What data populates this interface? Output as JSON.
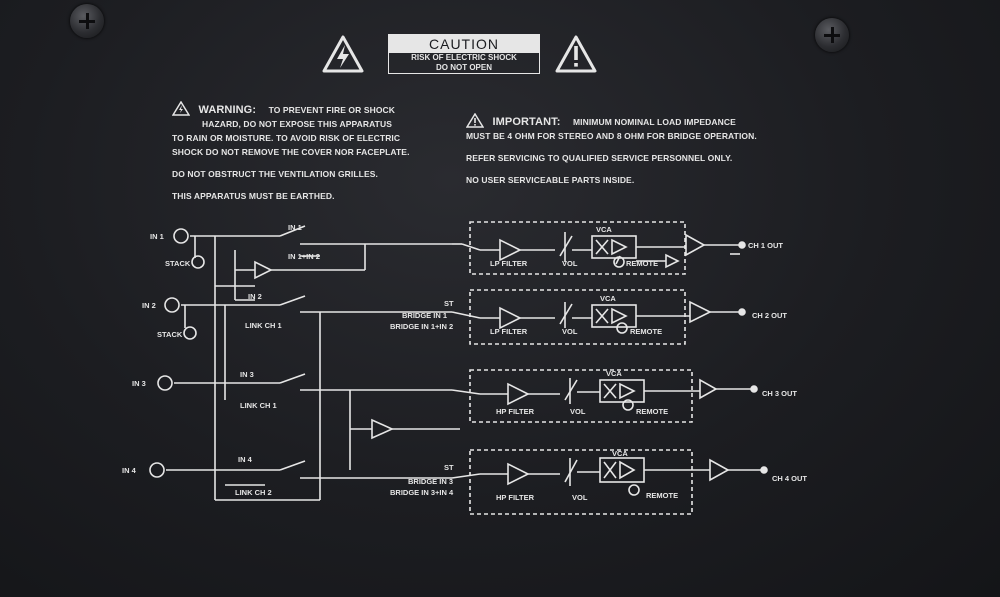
{
  "caution": {
    "title": "CAUTION",
    "line1": "RISK OF ELECTRIC SHOCK",
    "line2": "DO NOT OPEN"
  },
  "warning": {
    "heading": "WARNING:",
    "lines": [
      "TO PREVENT FIRE OR SHOCK",
      "HAZARD, DO NOT EXPOSE THIS APPARATUS",
      "TO RAIN OR MOISTURE.    TO AVOID RISK OF ELECTRIC",
      "SHOCK DO NOT REMOVE THE COVER NOR FACEPLATE."
    ],
    "notes": [
      "DO NOT OBSTRUCT THE VENTILATION GRILLES.",
      "THIS APPARATUS MUST BE EARTHED."
    ]
  },
  "important": {
    "heading": "IMPORTANT:",
    "lines": [
      "MINIMUM NOMINAL LOAD IMPEDANCE",
      "MUST BE 4 OHM FOR STEREO AND 8 OHM FOR BRIDGE OPERATION."
    ],
    "notes": [
      "REFER SERVICING TO QUALIFIED SERVICE PERSONNEL ONLY.",
      "NO USER SERVICEABLE PARTS INSIDE."
    ]
  },
  "diagram": {
    "labels": {
      "in1": "IN 1",
      "in2": "IN 2",
      "in3": "IN 3",
      "in4": "IN 4",
      "stack": "STACK",
      "sw_in1": "IN 1",
      "sw_in1in2": "IN 1+IN 2",
      "sw_in2": "IN 2",
      "link_ch1": "LINK CH 1",
      "sw_in3": "IN 3",
      "sw_in4": "IN 4",
      "link_ch2": "LINK CH 2",
      "st": "ST",
      "bridge_in1": "BRIDGE IN 1",
      "bridge_in1in2": "BRIDGE IN 1+IN 2",
      "bridge_in3": "BRIDGE IN 3",
      "bridge_in3in4": "BRIDGE IN 3+IN 4",
      "lp_filter": "LP FILTER",
      "hp_filter": "HP FILTER",
      "vol": "VOL",
      "vca": "VCA",
      "remote": "REMOTE",
      "ch1_out": "CH 1 OUT",
      "ch2_out": "CH 2 OUT",
      "ch3_out": "CH 3 OUT",
      "ch4_out": "CH 4 OUT"
    }
  },
  "colors": {
    "panel": "#1b1c20",
    "print": "#e6e6e6"
  }
}
